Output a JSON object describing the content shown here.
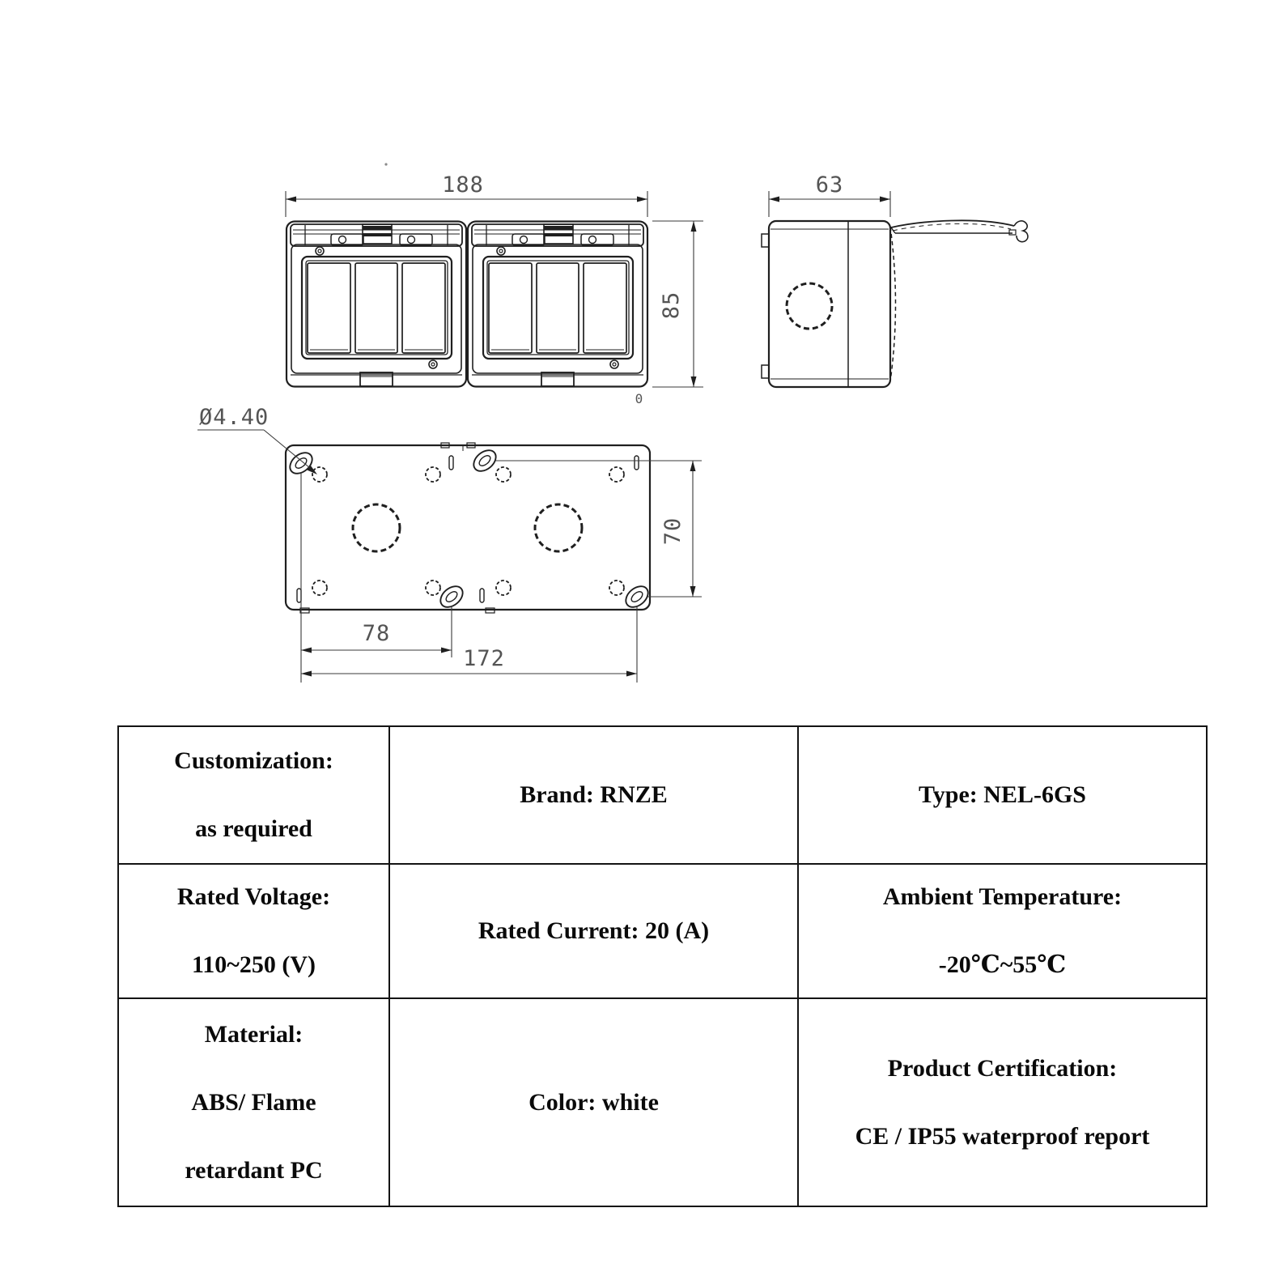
{
  "drawing": {
    "front_view": {
      "width_dim": "188",
      "height_dim": "85",
      "origin_label": "0"
    },
    "side_view": {
      "width_dim": "63"
    },
    "back_view": {
      "hole_callout": "Ø4.40",
      "vertical_dim": "70",
      "near_hole_dim": "78",
      "far_hole_dim": "172"
    }
  },
  "spec_table": {
    "rows": [
      {
        "cells": [
          {
            "lines": [
              "Customization:",
              "as required"
            ]
          },
          {
            "lines": [
              "Brand: RNZE"
            ]
          },
          {
            "lines": [
              "Type: NEL-6GS"
            ]
          }
        ]
      },
      {
        "cells": [
          {
            "lines": [
              "Rated Voltage:",
              "110~250 (V)"
            ]
          },
          {
            "lines": [
              "Rated Current: 20 (A)"
            ]
          },
          {
            "lines": [
              "Ambient Temperature:",
              "-20℃~55℃"
            ]
          }
        ]
      },
      {
        "cells": [
          {
            "lines": [
              "Material:",
              "ABS/ Flame",
              "retardant PC"
            ]
          },
          {
            "lines": [
              "Color: white"
            ]
          },
          {
            "lines": [
              "Product Certification:",
              "CE / IP55 waterproof report"
            ]
          }
        ]
      }
    ]
  }
}
